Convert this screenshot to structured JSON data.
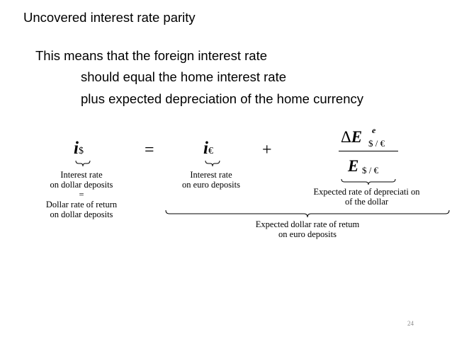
{
  "slide": {
    "title": "Uncovered interest rate parity",
    "intro": "This means that the foreign interest rate",
    "line2": "should equal the home interest rate",
    "line3": "plus expected depreciation of the home currency",
    "page_number": "24"
  },
  "equation": {
    "lhs_symbol": "i",
    "lhs_sub": "$",
    "equals": "=",
    "rhs_symbol": "i",
    "rhs_sub": "€",
    "plus": "+",
    "delta": "Δ",
    "frac_num_symbol": "E",
    "frac_num_sup": "e",
    "frac_num_sub": "$ / €",
    "frac_den_symbol": "E",
    "frac_den_sub": "$ / €"
  },
  "captions": {
    "dollar": [
      "Interest rate",
      "on dollar deposits",
      "=",
      "Dollar rate of return",
      "on dollar deposits"
    ],
    "euro": [
      "Interest rate",
      "on euro deposits"
    ],
    "depreciation": [
      "Expected rate of depreciati on",
      "of the dollar"
    ],
    "euro_return": [
      "Expected dollar rate of retum",
      "on euro deposits"
    ]
  }
}
